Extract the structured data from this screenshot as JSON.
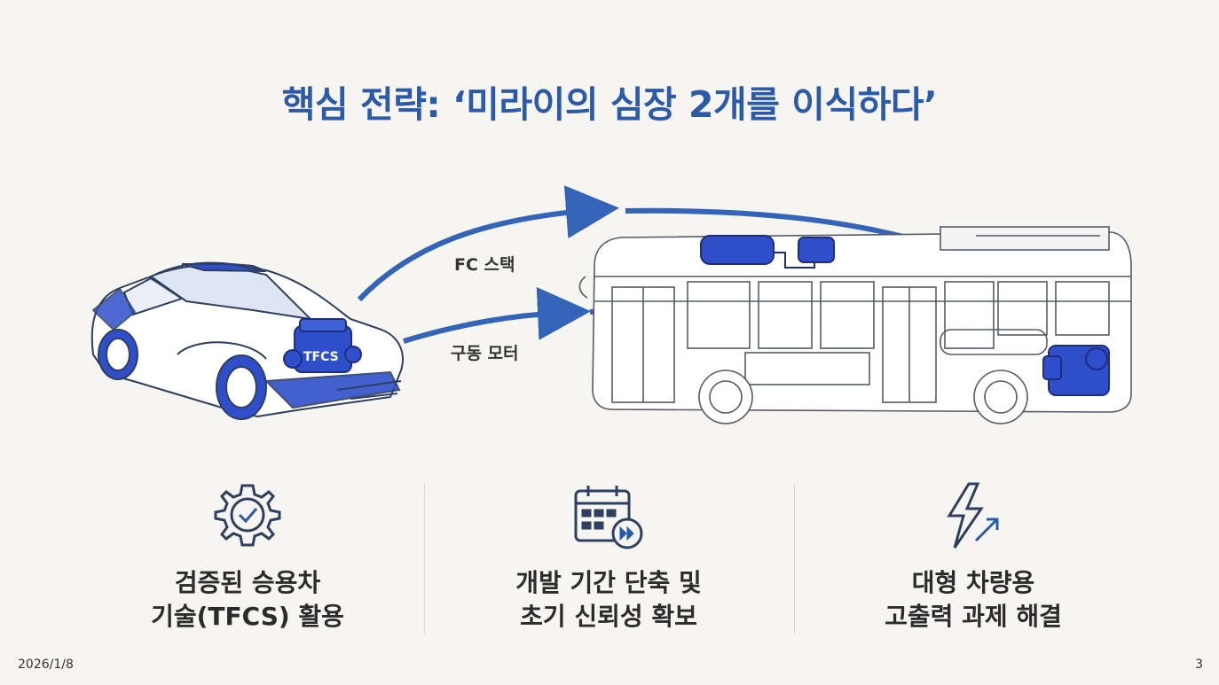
{
  "title": "핵심 전략: ‘미라이의 심장 2개를 이식하다’",
  "diagram": {
    "arrow_top_label": "FC 스택",
    "arrow_bottom_label": "구동 모터",
    "engine_label": "TFCS"
  },
  "features": [
    {
      "icon": "gear-check-icon",
      "line1": "검증된 승용차",
      "line2": "기술(TFCS) 활용"
    },
    {
      "icon": "calendar-fast-forward-icon",
      "line1": "개발 기간 단축 및",
      "line2": "초기 신뢰성 확보"
    },
    {
      "icon": "lightning-arrow-icon",
      "line1": "대형 차량용",
      "line2": "고출력 과제 해결"
    }
  ],
  "footer": {
    "date": "2026/1/8",
    "page": "3"
  },
  "colors": {
    "accent": "#2a5aa8",
    "component": "#2e4fc9",
    "line": "#2f3f5f"
  }
}
